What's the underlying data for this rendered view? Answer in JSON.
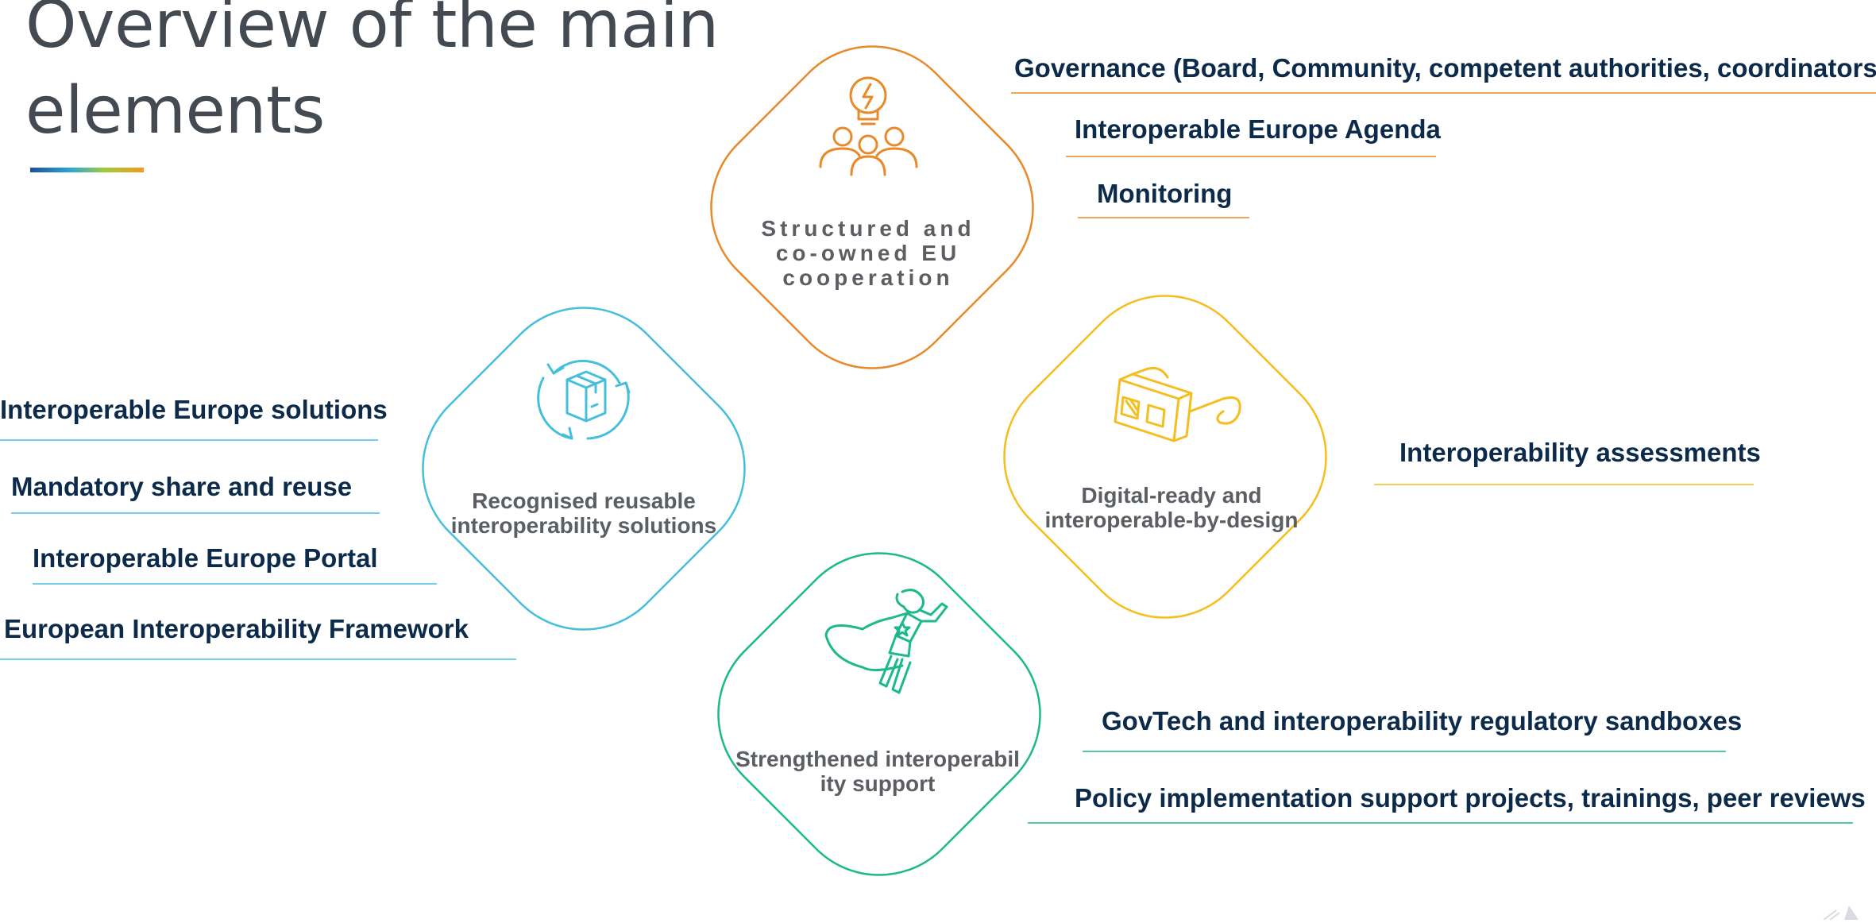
{
  "title": {
    "line1": "Overview of the main",
    "line2": "elements"
  },
  "colors": {
    "orange": "#e8892a",
    "cyan": "#46bfdc",
    "yellow": "#f5be1e",
    "green": "#1cb98c",
    "label_text": "#0c2a4a",
    "pillar_text": "#5b5f64",
    "title_text": "#444a52"
  },
  "pillars": {
    "cooperation": {
      "label_lines": [
        "Structured and",
        "co-owned EU",
        "cooperation"
      ],
      "icon": "lightbulb-team-icon",
      "items": [
        "Governance (Board, Community, competent authorities, coordinators)",
        "Interoperable Europe Agenda",
        "Monitoring"
      ]
    },
    "solutions": {
      "label_lines": [
        "Recognised reusable",
        "interoperability solutions"
      ],
      "icon": "recycle-box-icon",
      "items": [
        "Interoperable Europe solutions",
        "Mandatory share and reuse",
        "Interoperable Europe Portal",
        "European Interoperability Framework"
      ]
    },
    "digital_ready": {
      "label_lines": [
        "Digital-ready and",
        "interoperable-by-design"
      ],
      "icon": "3d-glasses-icon",
      "items": [
        "Interoperability assessments"
      ]
    },
    "support": {
      "label_lines": [
        "Strengthened interoperabil",
        "ity support"
      ],
      "icon": "superhero-icon",
      "items": [
        "GovTech and interoperability regulatory sandboxes",
        "Policy implementation support projects, trainings, peer reviews"
      ]
    }
  }
}
